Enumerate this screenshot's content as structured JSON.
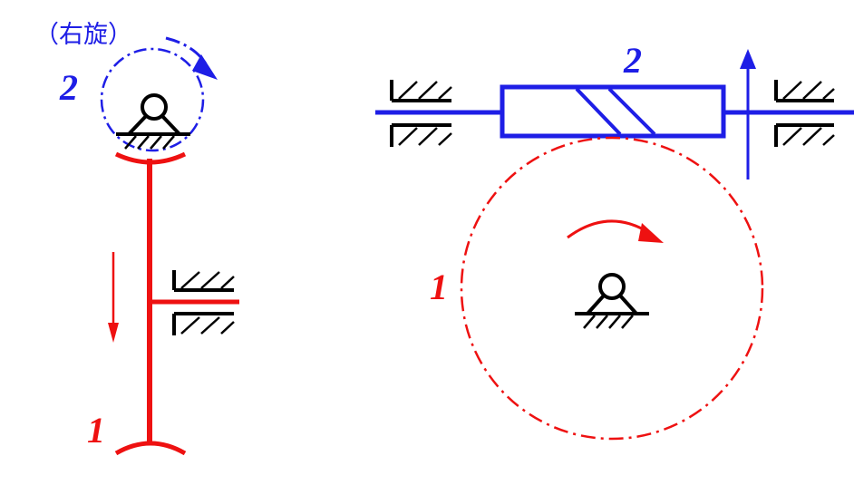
{
  "colors": {
    "worm": "#1e1ee6",
    "gear": "#ee1111",
    "frame": "#000000"
  },
  "left_view": {
    "helix_note": "（右旋）",
    "worm_label": "2",
    "gear_label": "1"
  },
  "right_view": {
    "worm_label": "2",
    "gear_label": "1"
  }
}
